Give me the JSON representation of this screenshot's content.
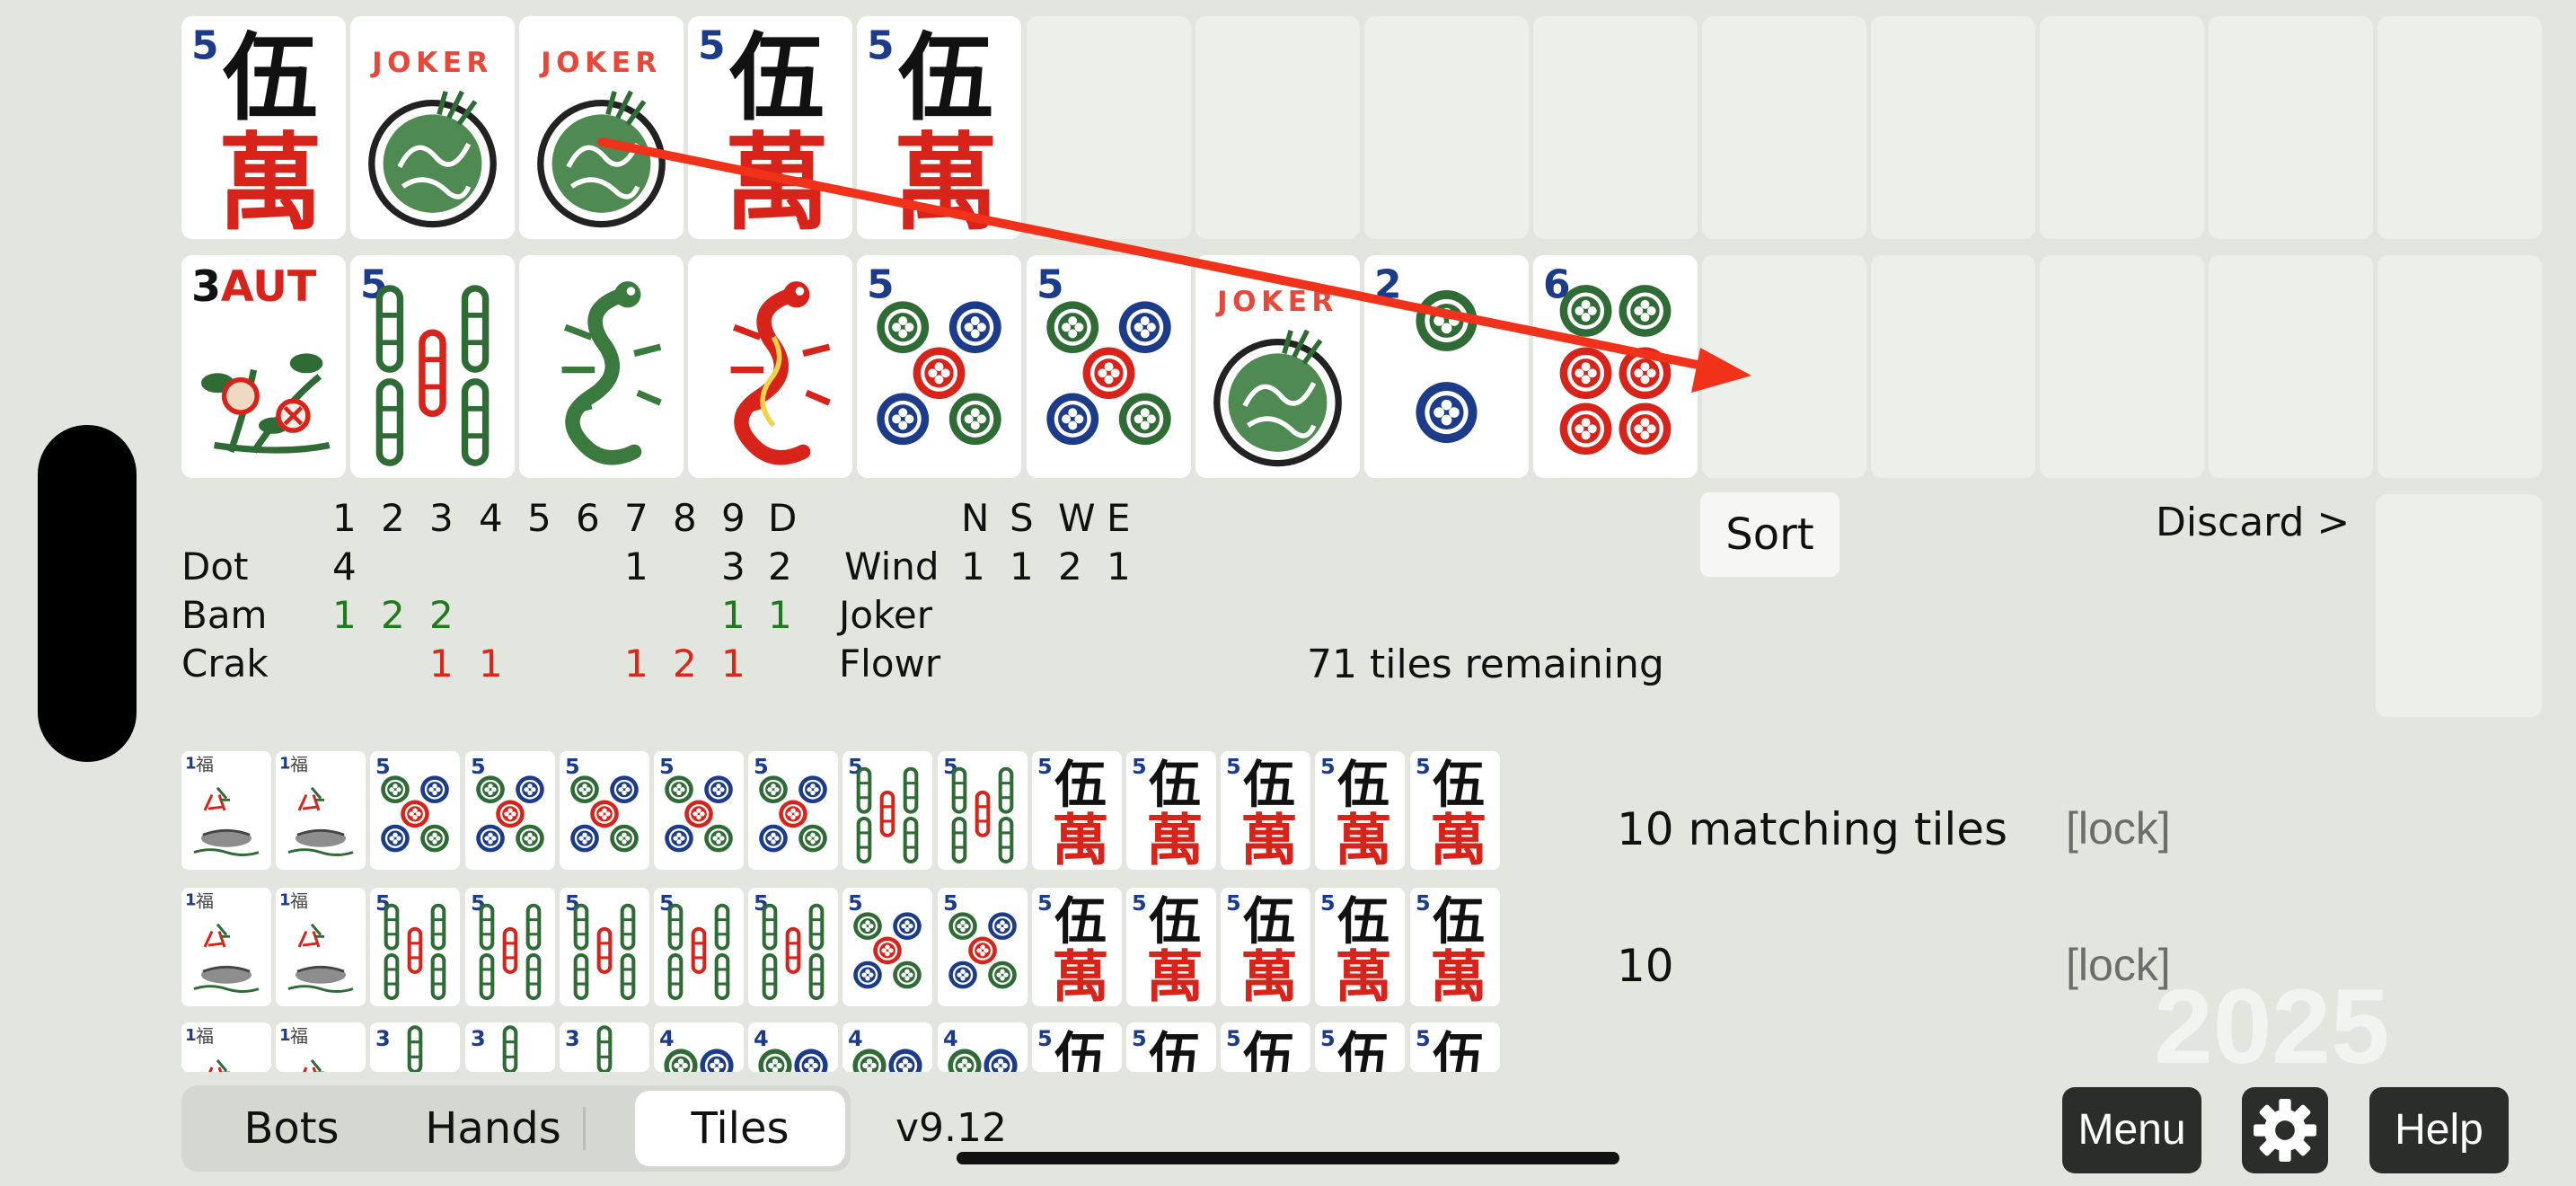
{
  "colors": {
    "background": "#e2e6df",
    "slot": "#ecefea",
    "arrow": "#f1321a",
    "green_count": "#1f7a1f",
    "red_count": "#e02418",
    "dark_button": "#2b2d2b"
  },
  "rack": {
    "row1": [
      {
        "kind": "crak",
        "rank": "5"
      },
      {
        "kind": "joker",
        "label": "JOKER"
      },
      {
        "kind": "joker",
        "label": "JOKER"
      },
      {
        "kind": "crak",
        "rank": "5"
      },
      {
        "kind": "crak",
        "rank": "5"
      }
    ],
    "row2": [
      {
        "kind": "flower",
        "rank": "3",
        "label": "AUT"
      },
      {
        "kind": "bam",
        "rank": "5"
      },
      {
        "kind": "dragon",
        "color": "green"
      },
      {
        "kind": "dragon",
        "color": "red"
      },
      {
        "kind": "dot",
        "rank": "5"
      },
      {
        "kind": "dot",
        "rank": "5"
      },
      {
        "kind": "joker",
        "label": "JOKER"
      },
      {
        "kind": "dot",
        "rank": "2"
      },
      {
        "kind": "dot",
        "rank": "6"
      }
    ],
    "row1_slots": 14,
    "row2_slots": 14
  },
  "counts": {
    "headers": [
      "1",
      "2",
      "3",
      "4",
      "5",
      "6",
      "7",
      "8",
      "9",
      "D"
    ],
    "wind_headers": [
      "N",
      "S",
      "W",
      "E"
    ],
    "rows": [
      {
        "label": "Dot",
        "cells": [
          "4",
          "",
          "",
          "",
          "",
          "",
          "1",
          "",
          "3",
          "2"
        ],
        "color": "black"
      },
      {
        "label": "Bam",
        "cells": [
          "1",
          "2",
          "2",
          "",
          "",
          "",
          "",
          "",
          "1",
          "1"
        ],
        "color": "green"
      },
      {
        "label": "Crak",
        "cells": [
          "",
          "",
          "1",
          "1",
          "",
          "",
          "1",
          "2",
          "1",
          ""
        ],
        "color": "red"
      }
    ],
    "wind_label": "Wind",
    "wind_cells": [
      "1",
      "1",
      "2",
      "1"
    ],
    "joker_label": "Joker",
    "flower_label": "Flowr"
  },
  "controls": {
    "sort_label": "Sort",
    "discard_label": "Discard >"
  },
  "status": {
    "tiles_remaining": "71 tiles remaining"
  },
  "hand_rows": [
    {
      "tiles": [
        "f1",
        "f1",
        "d5",
        "d5",
        "d5",
        "d5",
        "d5",
        "b5",
        "b5",
        "c5",
        "c5",
        "c5",
        "c5",
        "c5"
      ],
      "match_text": "10 matching tiles",
      "lock_label": "[lock]"
    },
    {
      "tiles": [
        "f1",
        "f1",
        "b5",
        "b5",
        "b5",
        "b5",
        "b5",
        "d5",
        "d5",
        "c5",
        "c5",
        "c5",
        "c5",
        "c5"
      ],
      "match_text": "10",
      "lock_label": "[lock]"
    },
    {
      "tiles": [
        "f1",
        "f1",
        "b3",
        "b3",
        "b3",
        "d4",
        "d4",
        "d4",
        "d4",
        "c5",
        "c5",
        "c5",
        "c5",
        "c5"
      ]
    }
  ],
  "watermark": {
    "year": "2025"
  },
  "tabs": [
    {
      "label": "Bots",
      "selected": false
    },
    {
      "label": "Hands",
      "selected": false
    },
    {
      "label": "Tiles",
      "selected": true
    }
  ],
  "version": "v9.12",
  "buttons": {
    "menu_label": "Menu",
    "help_label": "Help"
  },
  "glyphs": {
    "wan": "伍",
    "man": "萬",
    "fu": "福"
  }
}
